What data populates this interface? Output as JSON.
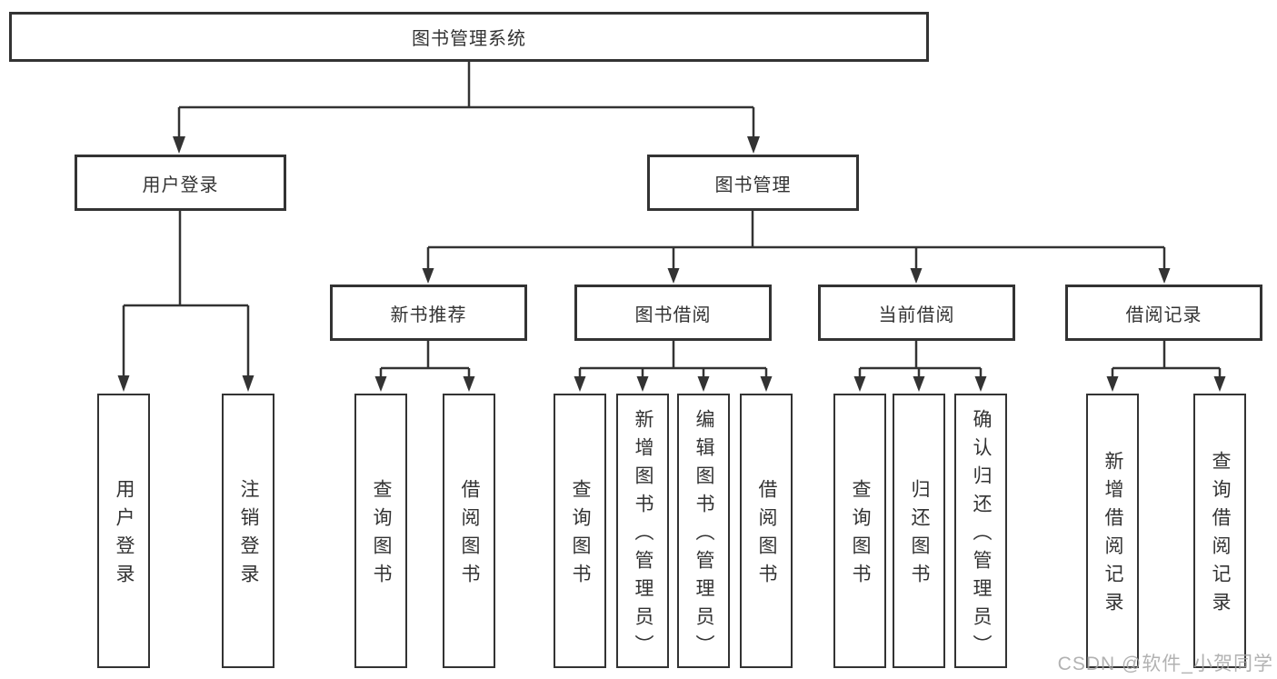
{
  "diagram": {
    "title_node": {
      "label": "图书管理系统"
    },
    "level2": [
      {
        "id": "user-login",
        "label": "用户登录"
      },
      {
        "id": "book-management",
        "label": "图书管理"
      }
    ],
    "level3": [
      {
        "id": "new-book-recommend",
        "label": "新书推荐",
        "parent": "图书管理"
      },
      {
        "id": "book-borrowing",
        "label": "图书借阅",
        "parent": "图书管理"
      },
      {
        "id": "current-borrowing",
        "label": "当前借阅",
        "parent": "图书管理"
      },
      {
        "id": "borrowing-records",
        "label": "借阅记录",
        "parent": "图书管理"
      }
    ],
    "leaves": [
      {
        "label": "用户登录",
        "parent": "用户登录"
      },
      {
        "label": "注销登录",
        "parent": "用户登录"
      },
      {
        "label": "查询图书",
        "parent": "新书推荐"
      },
      {
        "label": "借阅图书",
        "parent": "新书推荐"
      },
      {
        "label": "查询图书",
        "parent": "图书借阅"
      },
      {
        "label": "新增图书（管理员）",
        "parent": "图书借阅"
      },
      {
        "label": "编辑图书（管理员）",
        "parent": "图书借阅"
      },
      {
        "label": "借阅图书",
        "parent": "图书借阅"
      },
      {
        "label": "查询图书",
        "parent": "当前借阅"
      },
      {
        "label": "归还图书",
        "parent": "当前借阅"
      },
      {
        "label": "确认归还（管理员）",
        "parent": "当前借阅"
      },
      {
        "label": "新增借阅记录",
        "parent": "借阅记录"
      },
      {
        "label": "查询借阅记录",
        "parent": "借阅记录"
      }
    ]
  },
  "watermark": "CSDN @软件_小贺同学",
  "colors": {
    "line": "#333333",
    "text": "#333333",
    "box_fill": "#ffffff",
    "watermark": "#a5a5a5"
  }
}
